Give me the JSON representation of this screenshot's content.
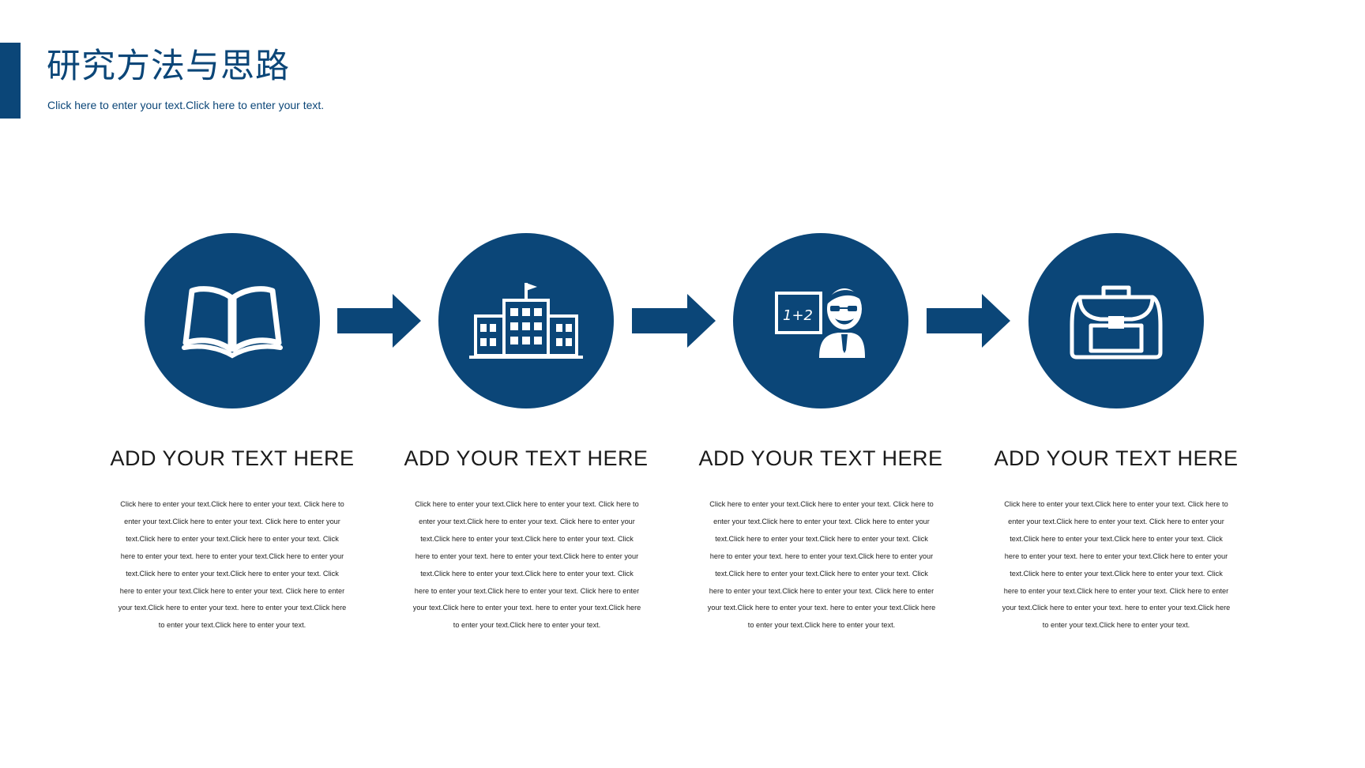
{
  "colors": {
    "accent": "#0b4678",
    "text": "#1a1a1a",
    "background": "#ffffff"
  },
  "header": {
    "title": "研究方法与思路",
    "subtitle": "Click here to enter your text.Click here to enter your text."
  },
  "steps": [
    {
      "icon": "open-book-icon",
      "heading": "ADD YOUR TEXT HERE",
      "body": "Click here to enter your text.Click here to enter your text. Click here to enter your text.Click here to enter your text. Click here to enter your text.Click here to enter your text.Click here to enter your text. Click here to enter your text.  here to enter your text.Click here to enter your text.Click here to enter your text.Click here to enter your text. Click here to enter your text.Click here to enter your text. Click here to enter your text.Click here to enter your text.  here to enter your text.Click here to enter your text.Click here to enter your text."
    },
    {
      "icon": "school-building-icon",
      "heading": "ADD YOUR TEXT HERE",
      "body": "Click here to enter your text.Click here to enter your text. Click here to enter your text.Click here to enter your text. Click here to enter your text.Click here to enter your text.Click here to enter your text. Click here to enter your text.  here to enter your text.Click here to enter your text.Click here to enter your text.Click here to enter your text. Click here to enter your text.Click here to enter your text. Click here to enter your text.Click here to enter your text.  here to enter your text.Click here to enter your text.Click here to enter your text."
    },
    {
      "icon": "teacher-icon",
      "heading": "ADD YOUR TEXT HERE",
      "body": "Click here to enter your text.Click here to enter your text. Click here to enter your text.Click here to enter your text. Click here to enter your text.Click here to enter your text.Click here to enter your text. Click here to enter your text.  here to enter your text.Click here to enter your text.Click here to enter your text.Click here to enter your text. Click here to enter your text.Click here to enter your text. Click here to enter your text.Click here to enter your text.  here to enter your text.Click here to enter your text.Click here to enter your text."
    },
    {
      "icon": "school-bag-icon",
      "heading": "ADD YOUR TEXT HERE",
      "body": "Click here to enter your text.Click here to enter your text. Click here to enter your text.Click here to enter your text. Click here to enter your text.Click here to enter your text.Click here to enter your text. Click here to enter your text.  here to enter your text.Click here to enter your text.Click here to enter your text.Click here to enter your text. Click here to enter your text.Click here to enter your text. Click here to enter your text.Click here to enter your text.  here to enter your text.Click here to enter your text.Click here to enter your text."
    }
  ],
  "board_text": "1+2"
}
